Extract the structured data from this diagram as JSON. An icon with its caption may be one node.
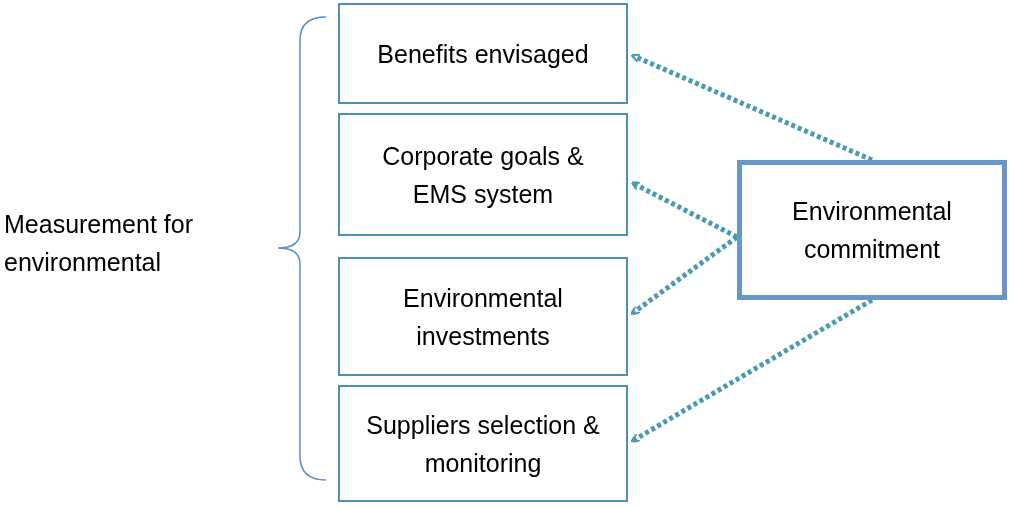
{
  "diagram": {
    "nodes": [
      {
        "text": [
          "Benefits envisaged"
        ]
      },
      {
        "text": [
          "Corporate goals & EMS system"
        ]
      },
      {
        "text": [
          "Environmental investments"
        ]
      },
      {
        "text": [
          "Suppliers selection & monitoring"
        ]
      },
      {
        "text": [
          "Environmental commitment"
        ]
      }
    ],
    "edges": [
      {
        "from": 4,
        "to": 0,
        "arrow": "to",
        "style": "dashed"
      },
      {
        "from": 4,
        "to": 1,
        "arrow": "to",
        "style": "dashed"
      },
      {
        "from": 4,
        "to": 2,
        "arrow": "to",
        "style": "dashed"
      },
      {
        "from": 4,
        "to": 3,
        "arrow": "to",
        "style": "dashed"
      }
    ],
    "labels": [
      "Measurement for environmental"
    ]
  }
}
